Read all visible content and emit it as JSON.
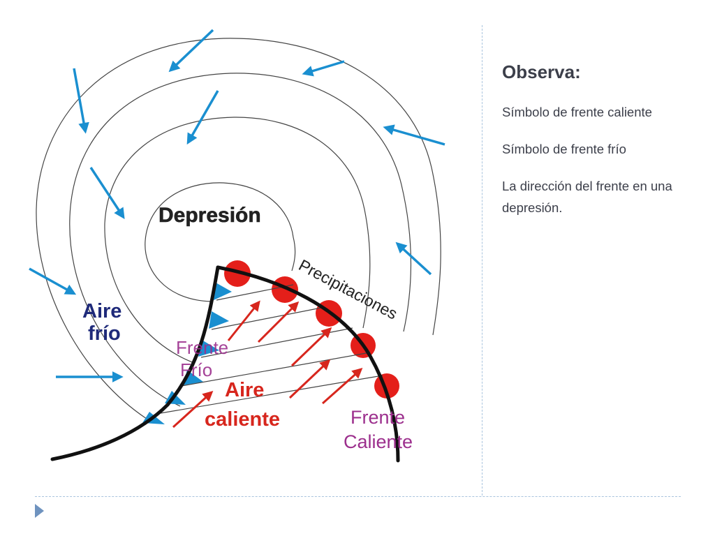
{
  "panel": {
    "title": "Observa:",
    "items": [
      "Símbolo de frente caliente",
      "Símbolo de frente frío",
      "La dirección del frente en una depresión."
    ]
  },
  "diagram": {
    "labels": {
      "depresion": "Depresión",
      "aire_frio_1": "Aire",
      "aire_frio_2": "frío",
      "frente_frio_1": "Frente",
      "frente_frio_2": "Frío",
      "aire_caliente_1": "Aire",
      "aire_caliente_2": "caliente",
      "frente_caliente_1": "Frente",
      "frente_caliente_2": "Caliente",
      "precipitaciones": "Precipitaciones"
    },
    "colors": {
      "cold_arrow": "#1a8fd0",
      "warm_arrow": "#d7261d",
      "front_line": "#111111",
      "warm_front_symbol": "#e41f1a",
      "cold_front_symbol": "#1a8fd0",
      "aire_frio_text": "#1f2a7a",
      "aire_caliente_text": "#d7261d",
      "front_label_text": "#9c2f8d",
      "isobar": "#444444"
    }
  }
}
